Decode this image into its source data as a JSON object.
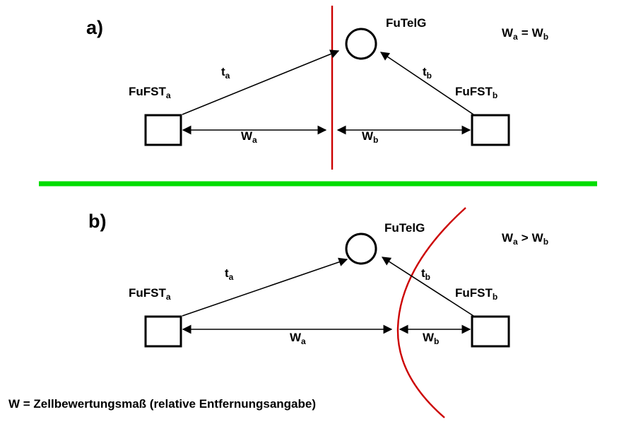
{
  "footer": {
    "text": "W = Zellbewertungsmaß (relative Entfernungsangabe)"
  },
  "colors": {
    "boundary": "#cc0000",
    "divider": "#00dd00",
    "ink": "#000000"
  },
  "section_a": {
    "label": "a)",
    "futelg_label": "FuTelG",
    "condition": {
      "lhs": "W",
      "lhs_sub": "a",
      "op": "=",
      "rhs": "W",
      "rhs_sub": "b"
    },
    "fufst_a": {
      "base": "FuFST",
      "sub": "a"
    },
    "fufst_b": {
      "base": "FuFST",
      "sub": "b"
    },
    "t_a": {
      "base": "t",
      "sub": "a"
    },
    "t_b": {
      "base": "t",
      "sub": "b"
    },
    "w_a": {
      "base": "W",
      "sub": "a"
    },
    "w_b": {
      "base": "W",
      "sub": "b"
    }
  },
  "section_b": {
    "label": "b)",
    "futelg_label": "FuTelG",
    "condition": {
      "lhs": "W",
      "lhs_sub": "a",
      "op": ">",
      "rhs": "W",
      "rhs_sub": "b"
    },
    "fufst_a": {
      "base": "FuFST",
      "sub": "a"
    },
    "fufst_b": {
      "base": "FuFST",
      "sub": "b"
    },
    "t_a": {
      "base": "t",
      "sub": "a"
    },
    "t_b": {
      "base": "t",
      "sub": "b"
    },
    "w_a": {
      "base": "W",
      "sub": "a"
    },
    "w_b": {
      "base": "W",
      "sub": "b"
    }
  }
}
